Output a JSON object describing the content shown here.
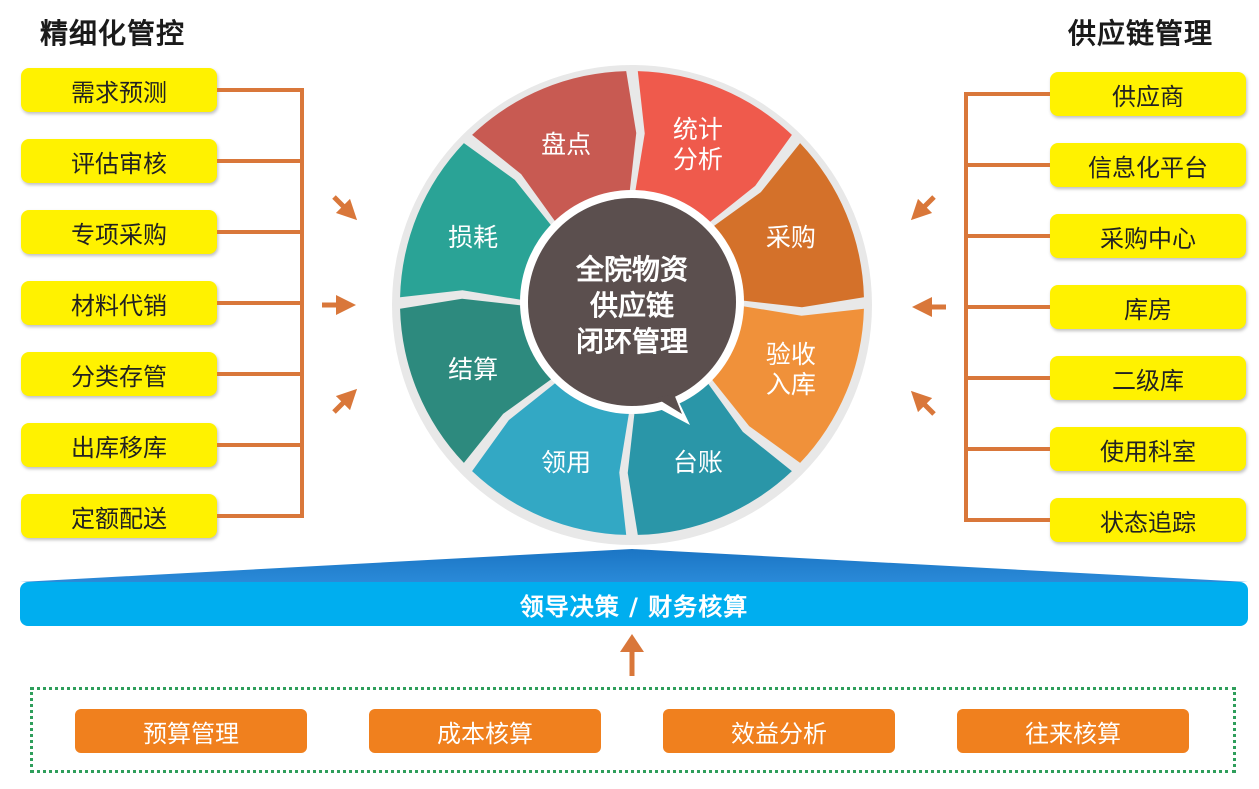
{
  "left": {
    "title": "精细化管控",
    "items": [
      "需求预测",
      "评估审核",
      "专项采购",
      "材料代销",
      "分类存管",
      "出库移库",
      "定额配送"
    ]
  },
  "right": {
    "title": "供应链管理",
    "items": [
      "供应商",
      "信息化平台",
      "采购中心",
      "库房",
      "二级库",
      "使用科室",
      "状态追踪"
    ]
  },
  "wheel": {
    "center": [
      "全院物资",
      "供应链",
      "闭环管理"
    ],
    "segments": [
      {
        "lines": [
          "统计",
          "分析"
        ],
        "color": "#ef5a4c"
      },
      {
        "lines": [
          "采购"
        ],
        "color": "#d4712a"
      },
      {
        "lines": [
          "验收",
          "入库"
        ],
        "color": "#f0913a"
      },
      {
        "lines": [
          "台账"
        ],
        "color": "#2a96a8"
      },
      {
        "lines": [
          "领用"
        ],
        "color": "#33a8c4"
      },
      {
        "lines": [
          "结算"
        ],
        "color": "#2d8a7e"
      },
      {
        "lines": [
          "损耗"
        ],
        "color": "#2aa396"
      },
      {
        "lines": [
          "盘点"
        ],
        "color": "#c85a52"
      }
    ],
    "center_color": "#5b4f4e"
  },
  "bar": {
    "label": "领导决策 / 财务核算"
  },
  "bottom": {
    "items": [
      "预算管理",
      "成本核算",
      "效益分析",
      "往来核算"
    ]
  },
  "colors": {
    "connector": "#d9773a",
    "yellow": "#fff200",
    "bar": "#00aeef",
    "bar_top": "#1b75c4",
    "orange": "#f0801e",
    "dotted": "#2e9e5b"
  }
}
